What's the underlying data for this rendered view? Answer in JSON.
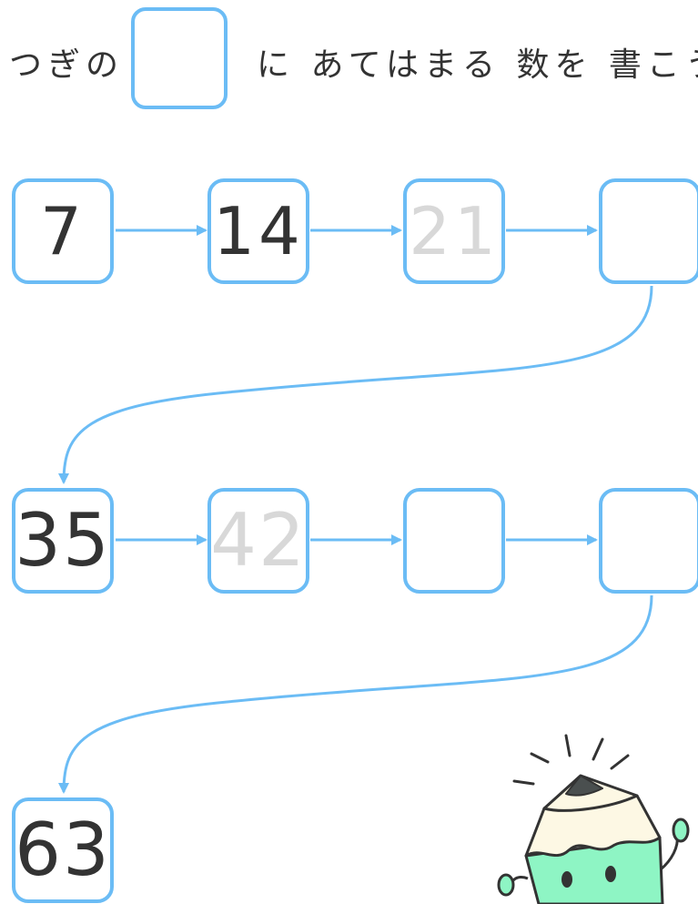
{
  "instruction": {
    "prefix": "つぎの",
    "suffix": "に あてはまる 数を 書こう"
  },
  "sequence": [
    {
      "value": "7",
      "state": "given"
    },
    {
      "value": "14",
      "state": "given"
    },
    {
      "value": "21",
      "state": "hint"
    },
    {
      "value": "",
      "state": "blank"
    },
    {
      "value": "35",
      "state": "given"
    },
    {
      "value": "42",
      "state": "hint"
    },
    {
      "value": "",
      "state": "blank"
    },
    {
      "value": "",
      "state": "blank"
    },
    {
      "value": "63",
      "state": "given"
    }
  ],
  "colors": {
    "box_border": "#6bbcf5",
    "arrow": "#6bbcf5",
    "given_text": "#333333",
    "hint_text": "#d8d8d8",
    "mascot_body": "#8ef5c4"
  },
  "mascot": {
    "icon": "pencil-character-icon"
  }
}
